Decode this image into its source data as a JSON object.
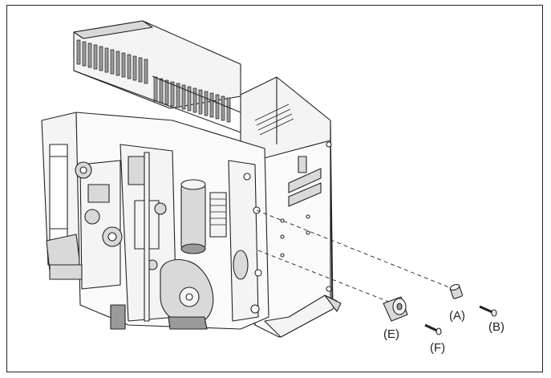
{
  "labels": {
    "a": "(A)",
    "b": "(B)",
    "e": "(E)",
    "f": "(F)"
  },
  "colors": {
    "line": "#222222",
    "fill_light": "#f4f4f4",
    "fill_mid": "#d9d9d9",
    "fill_dark": "#9a9a9a"
  }
}
